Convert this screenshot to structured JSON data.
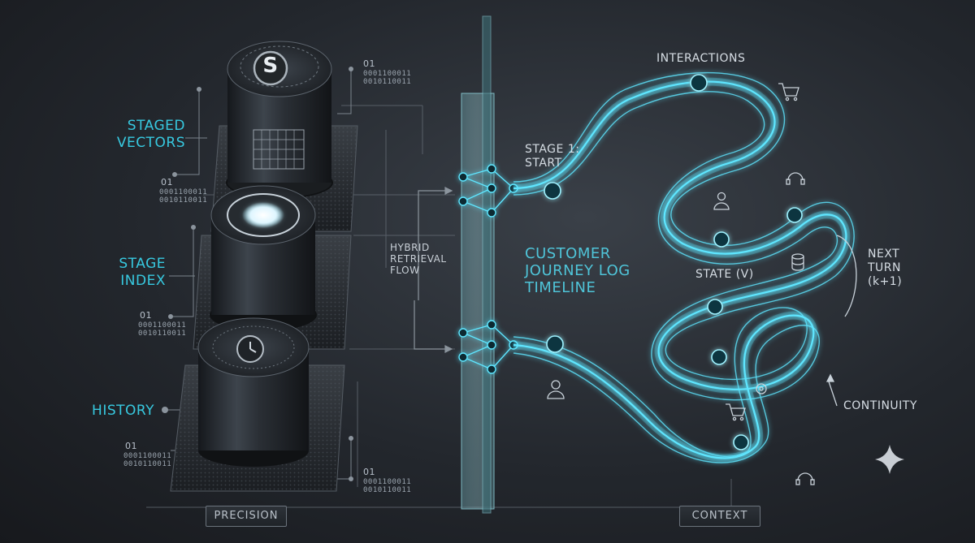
{
  "left_labels": {
    "staged_vectors": "STAGED\nVECTORS",
    "stage_index": "STAGE\nINDEX",
    "history": "HISTORY"
  },
  "cylinder_badges": {
    "top_letter": "S"
  },
  "binary_tags": [
    {
      "code": "01",
      "bits": "0001100011\n0010110011"
    },
    {
      "code": "01",
      "bits": "0001100011\n0010110011"
    },
    {
      "code": "01",
      "bits": "0001100011\n0010110011"
    },
    {
      "code": "01",
      "bits": "0001100011\n0010110011"
    },
    {
      "code": "01",
      "bits": "0001100011\n0010110011"
    }
  ],
  "center_labels": {
    "hybrid_retrieval_flow": "HYBRID\nRETRIEVAL\nFLOW",
    "stage_start": "STAGE 1:\nSTART",
    "journey_title": "CUSTOMER\nJOURNEY LOG\nTIMELINE"
  },
  "right_labels": {
    "interactions": "INTERACTIONS",
    "state": "STATE (V)",
    "next_turn": "NEXT\nTURN\n(k+1)",
    "continuity": "CONTINUITY"
  },
  "footer_plates": {
    "precision": "PRECISION",
    "context": "CONTEXT"
  },
  "colors": {
    "accent_cyan": "#37c9e0",
    "glow": "#5ee6ff",
    "background": "#23272d"
  },
  "icons": [
    "person-icon",
    "cart-icon",
    "gear-icon",
    "database-icon",
    "headset-icon",
    "cloud-icon",
    "clock-icon",
    "sparkle-icon"
  ]
}
